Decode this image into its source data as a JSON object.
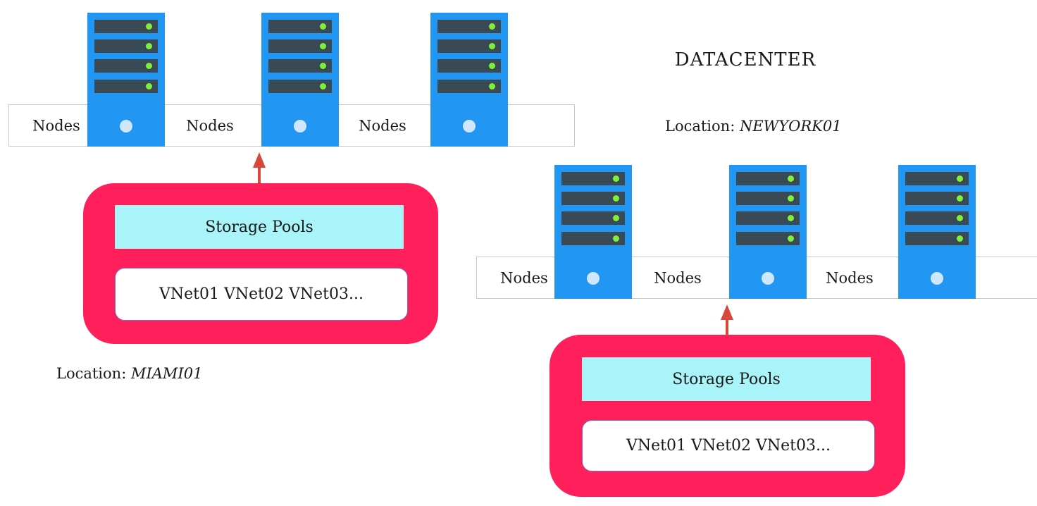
{
  "title": "DATACENTER",
  "clusters": [
    {
      "location_label": "Location:",
      "location_name": "MIAMI01",
      "nodes": [
        "Nodes",
        "Nodes",
        "Nodes"
      ],
      "storage_pools_label": "Storage Pools",
      "vnets_label": "VNet01 VNet02 VNet03..."
    },
    {
      "location_label": "Location:",
      "location_name": "NEWYORK01",
      "nodes": [
        "Nodes",
        "Nodes",
        "Nodes"
      ],
      "storage_pools_label": "Storage Pools",
      "vnets_label": "VNet01 VNet02 VNet03..."
    }
  ],
  "colors": {
    "server": "#2196f3",
    "pool_frame": "#fe1f5b",
    "pools_bar": "#a8f4f8",
    "arrow": "#d9473a",
    "led": "#7cf03a"
  },
  "icons": [
    "server-rack-icon",
    "status-led-icon",
    "power-button-icon",
    "arrow-up-icon"
  ]
}
